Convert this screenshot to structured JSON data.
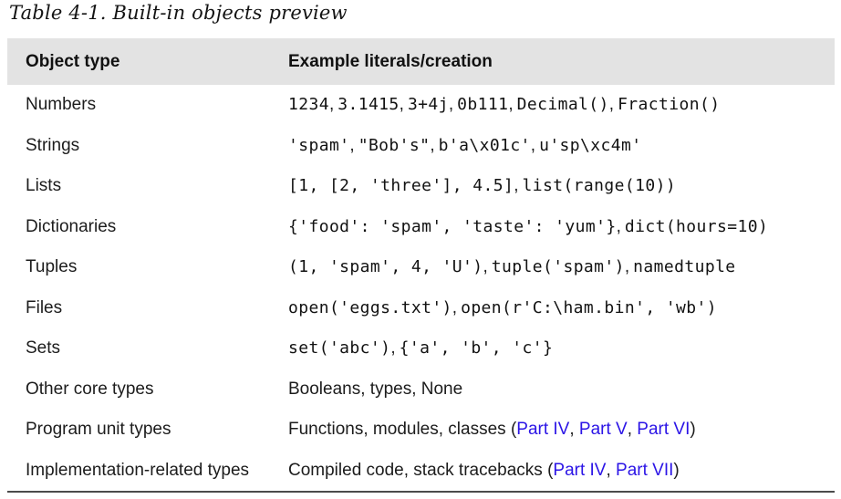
{
  "title": "Table 4-1. Built-in objects preview",
  "colors": {
    "header_bg": "#e3e3e3",
    "link_blue": "#2b14e6",
    "body_text": "#1c1c1c",
    "bottom_rule": "#4b4b4b"
  },
  "table": {
    "headers": [
      "Object type",
      "Example literals/creation"
    ],
    "rows": [
      {
        "type": "Numbers",
        "segments": [
          {
            "kind": "code",
            "text": "1234"
          },
          {
            "kind": "sep",
            "text": ","
          },
          {
            "kind": "code",
            "text": "3.1415"
          },
          {
            "kind": "sep",
            "text": ","
          },
          {
            "kind": "code",
            "text": "3+4j"
          },
          {
            "kind": "sep",
            "text": ","
          },
          {
            "kind": "code",
            "text": "0b111"
          },
          {
            "kind": "sep",
            "text": ","
          },
          {
            "kind": "code",
            "text": "Decimal()"
          },
          {
            "kind": "sep",
            "text": ","
          },
          {
            "kind": "code",
            "text": "Fraction()"
          }
        ]
      },
      {
        "type": "Strings",
        "segments": [
          {
            "kind": "code",
            "text": "'spam'"
          },
          {
            "kind": "sep",
            "text": ","
          },
          {
            "kind": "code",
            "text": "\"Bob's\""
          },
          {
            "kind": "sep",
            "text": ","
          },
          {
            "kind": "code",
            "text": "b'a\\x01c'"
          },
          {
            "kind": "sep",
            "text": ","
          },
          {
            "kind": "code",
            "text": "u'sp\\xc4m'"
          }
        ]
      },
      {
        "type": "Lists",
        "segments": [
          {
            "kind": "code",
            "text": "[1, [2, 'three'], 4.5]"
          },
          {
            "kind": "sep",
            "text": ","
          },
          {
            "kind": "code",
            "text": "list(range(10))"
          }
        ]
      },
      {
        "type": "Dictionaries",
        "segments": [
          {
            "kind": "code",
            "text": "{'food': 'spam', 'taste': 'yum'}"
          },
          {
            "kind": "sep",
            "text": ","
          },
          {
            "kind": "code",
            "text": "dict(hours=10)"
          }
        ]
      },
      {
        "type": "Tuples",
        "segments": [
          {
            "kind": "code",
            "text": "(1, 'spam', 4, 'U')"
          },
          {
            "kind": "sep",
            "text": ","
          },
          {
            "kind": "code",
            "text": "tuple('spam')"
          },
          {
            "kind": "sep",
            "text": ","
          },
          {
            "kind": "code",
            "text": "namedtuple"
          }
        ]
      },
      {
        "type": "Files",
        "segments": [
          {
            "kind": "code",
            "text": "open('eggs.txt')"
          },
          {
            "kind": "sep",
            "text": ","
          },
          {
            "kind": "code",
            "text": "open(r'C:\\ham.bin', 'wb')"
          }
        ]
      },
      {
        "type": "Sets",
        "segments": [
          {
            "kind": "code",
            "text": "set('abc')"
          },
          {
            "kind": "sep",
            "text": ","
          },
          {
            "kind": "code",
            "text": "{'a', 'b', 'c'}"
          }
        ]
      },
      {
        "type": "Other core types",
        "segments": [
          {
            "kind": "text",
            "text": "Booleans, types, None"
          }
        ]
      },
      {
        "type": "Program unit types",
        "segments": [
          {
            "kind": "text",
            "text": "Functions, modules, classes ("
          },
          {
            "kind": "link",
            "text": "Part IV"
          },
          {
            "kind": "text",
            "text": ", "
          },
          {
            "kind": "link",
            "text": "Part V"
          },
          {
            "kind": "text",
            "text": ", "
          },
          {
            "kind": "link",
            "text": "Part VI"
          },
          {
            "kind": "text",
            "text": ")"
          }
        ]
      },
      {
        "type": "Implementation-related types",
        "segments": [
          {
            "kind": "text",
            "text": "Compiled code, stack tracebacks ("
          },
          {
            "kind": "link",
            "text": "Part IV"
          },
          {
            "kind": "text",
            "text": ", "
          },
          {
            "kind": "link",
            "text": "Part VII"
          },
          {
            "kind": "text",
            "text": ")"
          }
        ]
      }
    ]
  }
}
